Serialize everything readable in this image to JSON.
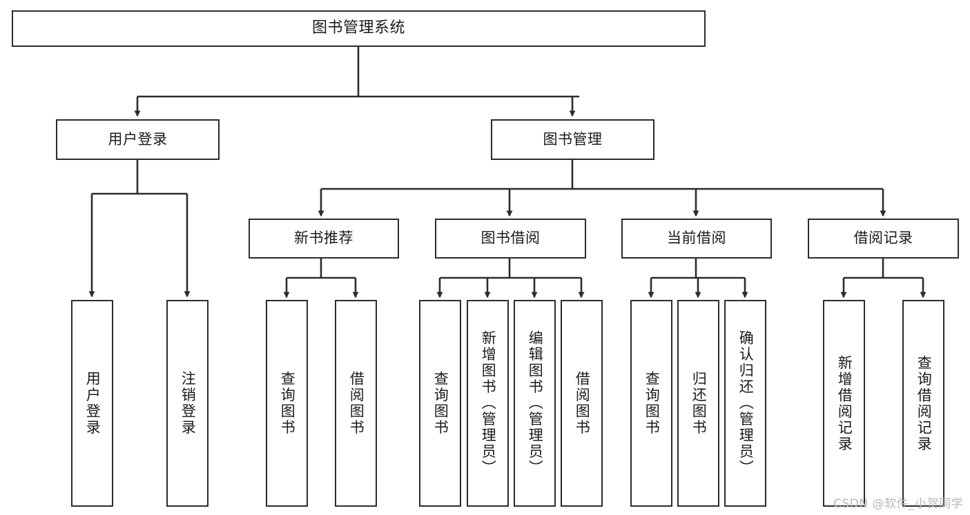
{
  "diagram": {
    "title": "图书管理系统",
    "type": "tree-hierarchy-chart",
    "watermark": "CSDN @软件_小贺同学",
    "colors": {
      "border": "#2b2b2b",
      "background": "#ffffff",
      "text": "#1a1a1a",
      "watermark": "#b8b8b8"
    },
    "levels": {
      "root": {
        "label": "图书管理系统"
      },
      "level2": [
        {
          "id": "user-login",
          "label": "用户登录"
        },
        {
          "id": "book-management",
          "label": "图书管理"
        }
      ],
      "level3": [
        {
          "id": "new-book-recommend",
          "label": "新书推荐"
        },
        {
          "id": "book-borrow",
          "label": "图书借阅"
        },
        {
          "id": "current-borrow",
          "label": "当前借阅"
        },
        {
          "id": "borrow-record",
          "label": "借阅记录"
        }
      ],
      "leaves": {
        "user-login": [
          {
            "id": "leaf-user-login",
            "label": "用户登录"
          },
          {
            "id": "leaf-user-logout",
            "label": "注销登录"
          }
        ],
        "new-book-recommend": [
          {
            "id": "leaf-query-book-1",
            "label": "查询图书"
          },
          {
            "id": "leaf-borrow-book-1",
            "label": "借阅图书"
          }
        ],
        "book-borrow": [
          {
            "id": "leaf-query-book-2",
            "label": "查询图书"
          },
          {
            "id": "leaf-add-book",
            "label": "新增图书（管理员）"
          },
          {
            "id": "leaf-edit-book",
            "label": "编辑图书（管理员）"
          },
          {
            "id": "leaf-borrow-book-2",
            "label": "借阅图书"
          }
        ],
        "current-borrow": [
          {
            "id": "leaf-query-book-3",
            "label": "查询图书"
          },
          {
            "id": "leaf-return-book",
            "label": "归还图书"
          },
          {
            "id": "leaf-confirm-return",
            "label": "确认归还（管理员）"
          }
        ],
        "borrow-record": [
          {
            "id": "leaf-add-record",
            "label": "新增借阅记录"
          },
          {
            "id": "leaf-query-record",
            "label": "查询借阅记录"
          }
        ]
      }
    }
  }
}
